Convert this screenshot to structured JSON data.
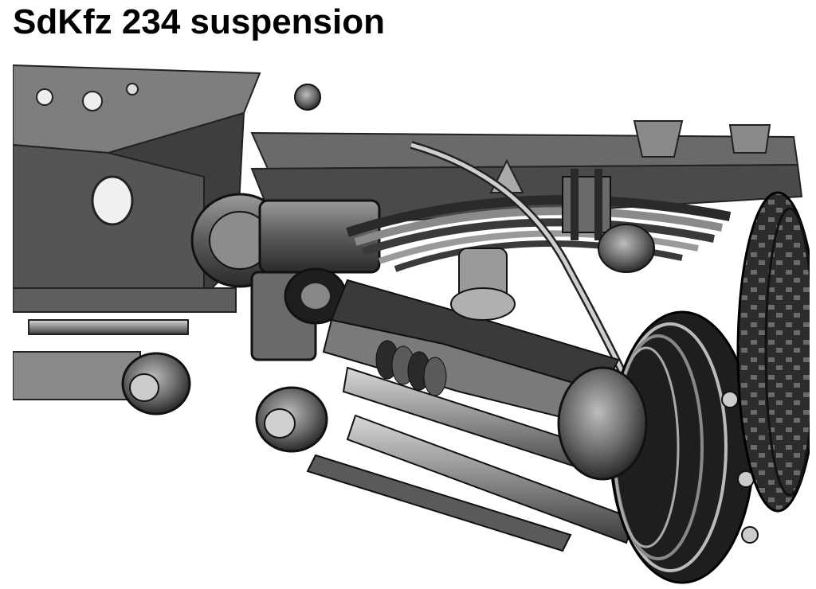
{
  "page": {
    "title": "SdKfz 234 suspension"
  },
  "photo": {
    "subject": "chassis-suspension-illustration",
    "tone": "grayscale"
  },
  "colors": {
    "background": "#ffffff",
    "title_text": "#000000"
  }
}
